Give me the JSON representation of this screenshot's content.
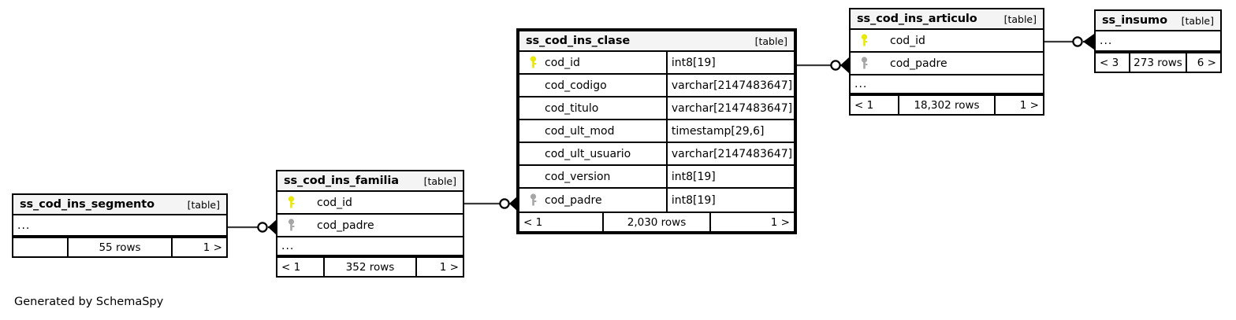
{
  "diagram": {
    "caption": "Generated by SchemaSpy",
    "kind_label": "[table]",
    "ellipsis": "...",
    "key_icons": {
      "primary": "primary-key-icon",
      "foreign": "foreign-key-icon"
    },
    "colors": {
      "primary_key": "#e8e800",
      "foreign_key": "#a6a6a6",
      "header_bg": "#f4f4f4",
      "border": "#000000",
      "background": "#ffffff"
    }
  },
  "tables": [
    {
      "id": "ss_cod_ins_clase",
      "name": "ss_cod_ins_clase",
      "kind": "[table]",
      "focus": true,
      "columns": [
        {
          "name": "cod_id",
          "type": "int8[19]",
          "key": "primary"
        },
        {
          "name": "cod_codigo",
          "type": "varchar[2147483647]",
          "key": "none"
        },
        {
          "name": "cod_titulo",
          "type": "varchar[2147483647]",
          "key": "none"
        },
        {
          "name": "cod_ult_mod",
          "type": "timestamp[29,6]",
          "key": "none"
        },
        {
          "name": "cod_ult_usuario",
          "type": "varchar[2147483647]",
          "key": "none"
        },
        {
          "name": "cod_version",
          "type": "int8[19]",
          "key": "none"
        },
        {
          "name": "cod_padre",
          "type": "int8[19]",
          "key": "foreign"
        }
      ],
      "has_ellipsis_row": false,
      "footer": {
        "left": "< 1",
        "center": "2,030 rows",
        "right": "1 >"
      }
    },
    {
      "id": "ss_cod_ins_articulo",
      "name": "ss_cod_ins_articulo",
      "kind": "[table]",
      "focus": false,
      "columns": [
        {
          "name": "cod_id",
          "type": "",
          "key": "primary"
        },
        {
          "name": "cod_padre",
          "type": "",
          "key": "foreign"
        }
      ],
      "has_ellipsis_row": true,
      "footer": {
        "left": "< 1",
        "center": "18,302 rows",
        "right": "1 >"
      }
    },
    {
      "id": "ss_insumo",
      "name": "ss_insumo",
      "kind": "[table]",
      "focus": false,
      "columns": [],
      "has_ellipsis_row": true,
      "footer": {
        "left": "< 3",
        "center": "273 rows",
        "right": "6 >"
      }
    },
    {
      "id": "ss_cod_ins_familia",
      "name": "ss_cod_ins_familia",
      "kind": "[table]",
      "focus": false,
      "columns": [
        {
          "name": "cod_id",
          "type": "",
          "key": "primary"
        },
        {
          "name": "cod_padre",
          "type": "",
          "key": "foreign"
        }
      ],
      "has_ellipsis_row": true,
      "footer": {
        "left": "< 1",
        "center": "352 rows",
        "right": "1 >"
      }
    },
    {
      "id": "ss_cod_ins_segmento",
      "name": "ss_cod_ins_segmento",
      "kind": "[table]",
      "focus": false,
      "columns": [],
      "has_ellipsis_row": true,
      "footer": {
        "left": "",
        "center": "55 rows",
        "right": "1 >"
      }
    }
  ],
  "relationships": [
    {
      "from": "ss_cod_ins_clase",
      "to": "ss_cod_ins_articulo"
    },
    {
      "from": "ss_cod_ins_articulo",
      "to": "ss_insumo"
    },
    {
      "from": "ss_cod_ins_familia",
      "to": "ss_cod_ins_clase"
    },
    {
      "from": "ss_cod_ins_segmento",
      "to": "ss_cod_ins_familia"
    }
  ]
}
